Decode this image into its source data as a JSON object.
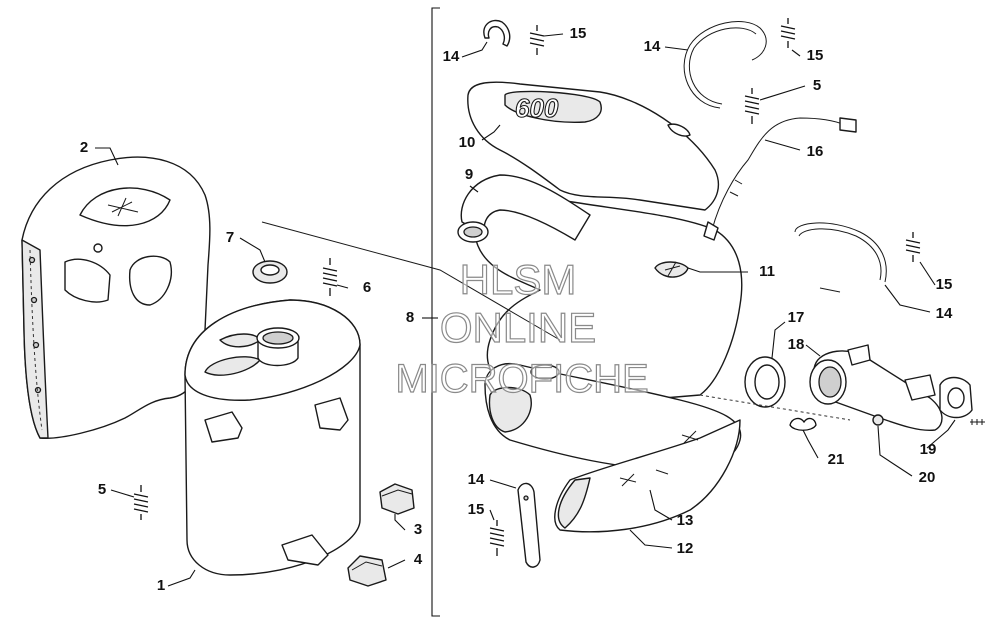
{
  "diagram": {
    "callouts": [
      {
        "id": "c1",
        "label": "1"
      },
      {
        "id": "c2",
        "label": "2"
      },
      {
        "id": "c3",
        "label": "3"
      },
      {
        "id": "c4",
        "label": "4"
      },
      {
        "id": "c5a",
        "label": "5"
      },
      {
        "id": "c5b",
        "label": "5"
      },
      {
        "id": "c6",
        "label": "6"
      },
      {
        "id": "c7",
        "label": "7"
      },
      {
        "id": "c8",
        "label": "8"
      },
      {
        "id": "c9",
        "label": "9"
      },
      {
        "id": "c10",
        "label": "10"
      },
      {
        "id": "c11",
        "label": "11"
      },
      {
        "id": "c12",
        "label": "12"
      },
      {
        "id": "c13",
        "label": "13"
      },
      {
        "id": "c14a",
        "label": "14"
      },
      {
        "id": "c14b",
        "label": "14"
      },
      {
        "id": "c14c",
        "label": "14"
      },
      {
        "id": "c14d",
        "label": "14"
      },
      {
        "id": "c15a",
        "label": "15"
      },
      {
        "id": "c15b",
        "label": "15"
      },
      {
        "id": "c15c",
        "label": "15"
      },
      {
        "id": "c15d",
        "label": "15"
      },
      {
        "id": "c16",
        "label": "16"
      },
      {
        "id": "c17",
        "label": "17"
      },
      {
        "id": "c18",
        "label": "18"
      },
      {
        "id": "c19",
        "label": "19"
      },
      {
        "id": "c20",
        "label": "20"
      },
      {
        "id": "c21",
        "label": "21"
      }
    ],
    "emboss_text": "600",
    "watermark": [
      "HLSM",
      "ONLINE",
      "MICROFICHE"
    ]
  }
}
